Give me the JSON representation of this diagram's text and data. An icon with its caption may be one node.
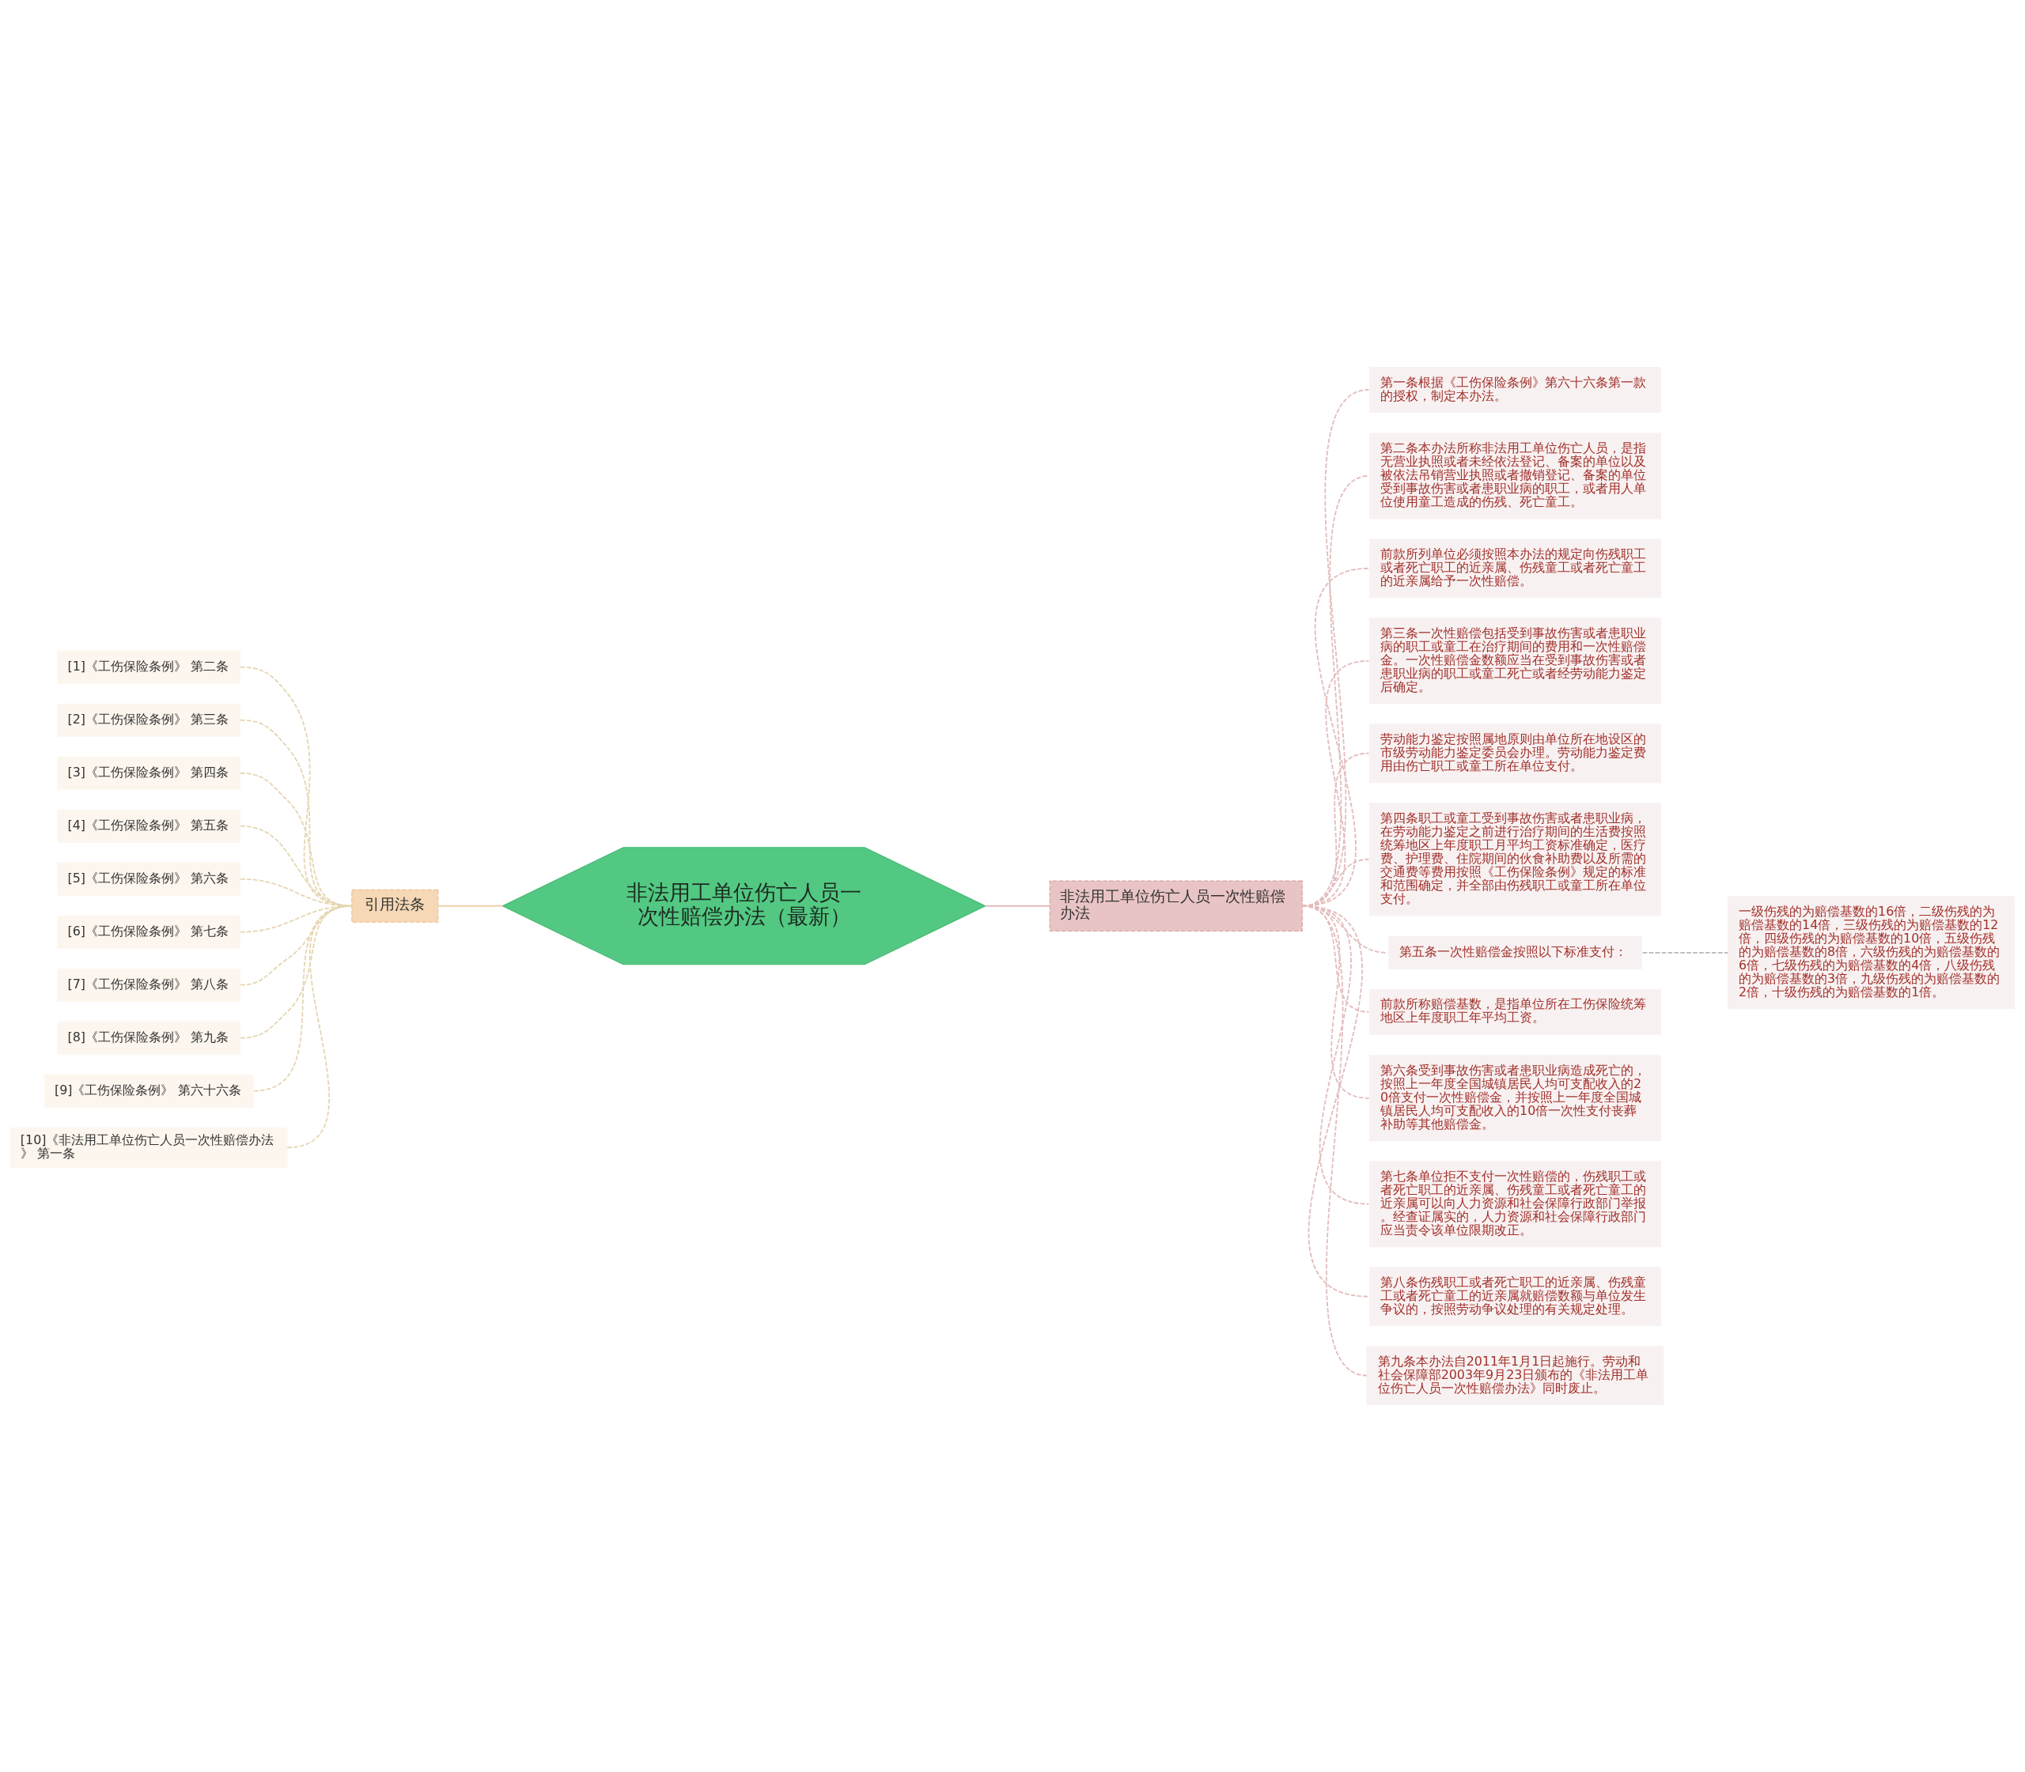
{
  "diagram": {
    "nodes": [
      {
        "text": [
          "非法用工单位伤亡人员一次性赔偿办法（最新）"
        ]
      },
      {
        "text": [
          "引用法条"
        ]
      },
      {
        "text": [
          "[1]《工伤保险条例》 第二条"
        ]
      },
      {
        "text": [
          "[2]《工伤保险条例》 第三条"
        ]
      },
      {
        "text": [
          "[3]《工伤保险条例》 第四条"
        ]
      },
      {
        "text": [
          "[4]《工伤保险条例》 第五条"
        ]
      },
      {
        "text": [
          "[5]《工伤保险条例》 第六条"
        ]
      },
      {
        "text": [
          "[6]《工伤保险条例》 第七条"
        ]
      },
      {
        "text": [
          "[7]《工伤保险条例》 第八条"
        ]
      },
      {
        "text": [
          "[8]《工伤保险条例》 第九条"
        ]
      },
      {
        "text": [
          "[9]《工伤保险条例》 第六十六条"
        ]
      },
      {
        "text": [
          "[10]《非法用工单位伤亡人员一次性赔偿办法》 第一条"
        ]
      },
      {
        "text": [
          "非法用工单位伤亡人员一次性赔偿办法"
        ]
      },
      {
        "text": [
          "第一条根据《工伤保险条例》第六十六条第一款的授权，制定本办法。"
        ]
      },
      {
        "text": [
          "第二条本办法所称非法用工单位伤亡人员，是指无营业执照或者未经依法登记、备案的单位以及被依法吊销营业执照或者撤销登记、备案的单位受到事故伤害或者患职业病的职工，或者用人单位使用童工造成的伤残、死亡童工。"
        ]
      },
      {
        "text": [
          "前款所列单位必须按照本办法的规定向伤残职工或者死亡职工的近亲属、伤残童工或者死亡童工的近亲属给予一次性赔偿。"
        ]
      },
      {
        "text": [
          "第三条一次性赔偿包括受到事故伤害或者患职业病的职工或童工在治疗期间的费用和一次性赔偿金。一次性赔偿金数额应当在受到事故伤害或者患职业病的职工或童工死亡或者经劳动能力鉴定后确定。"
        ]
      },
      {
        "text": [
          "劳动能力鉴定按照属地原则由单位所在地设区的市级劳动能力鉴定委员会办理。劳动能力鉴定费用由伤亡职工或童工所在单位支付。"
        ]
      },
      {
        "text": [
          "第四条职工或童工受到事故伤害或者患职业病，在劳动能力鉴定之前进行治疗期间的生活费按照统筹地区上年度职工月平均工资标准确定，医疗费、护理费、住院期间的伙食补助费以及所需的交通费等费用按照《工伤保险条例》规定的标准和范围确定，并全部由伤残职工或童工所在单位支付。"
        ]
      },
      {
        "text": [
          "第五条一次性赔偿金按照以下标准支付："
        ]
      },
      {
        "text": [
          "一级伤残的为赔偿基数的16倍，二级伤残的为赔偿基数的14倍，三级伤残的为赔偿基数的12倍，四级伤残的为赔偿基数的10倍，五级伤残的为赔偿基数的8倍，六级伤残的为赔偿基数的6倍，七级伤残的为赔偿基数的4倍，八级伤残的为赔偿基数的3倍，九级伤残的为赔偿基数的2倍，十级伤残的为赔偿基数的1倍。"
        ]
      },
      {
        "text": [
          "前款所称赔偿基数，是指单位所在工伤保险统筹地区上年度职工年平均工资。"
        ]
      },
      {
        "text": [
          "第六条受到事故伤害或者患职业病造成死亡的，按照上一年度全国城镇居民人均可支配收入的20倍支付一次性赔偿金，并按照上一年度全国城镇居民人均可支配收入的10倍一次性支付丧葬补助等其他赔偿金。"
        ]
      },
      {
        "text": [
          "第七条单位拒不支付一次性赔偿的，伤残职工或者死亡职工的近亲属、伤残童工或者死亡童工的近亲属可以向人力资源和社会保障行政部门举报。经查证属实的，人力资源和社会保障行政部门应当责令该单位限期改正。"
        ]
      },
      {
        "text": [
          "第八条伤残职工或者死亡职工的近亲属、伤残童工或者死亡童工的近亲属就赔偿数额与单位发生争议的，按照劳动争议处理的有关规定处理。"
        ]
      },
      {
        "text": [
          "第九条本办法自2011年1月1日起施行。劳动和社会保障部2003年9月23日颁布的《非法用工单位伤亡人员一次性赔偿办法》同时废止。"
        ]
      }
    ],
    "edges": [
      {
        "from": 0,
        "to": 1,
        "arrow": "none",
        "color": "#f2cfa8"
      },
      {
        "from": 1,
        "to": 2,
        "arrow": "none",
        "style": "dashed",
        "color": "#e6d6b0"
      },
      {
        "from": 1,
        "to": 3,
        "arrow": "none",
        "style": "dashed",
        "color": "#e6d6b0"
      },
      {
        "from": 1,
        "to": 4,
        "arrow": "none",
        "style": "dashed",
        "color": "#e6d6b0"
      },
      {
        "from": 1,
        "to": 5,
        "arrow": "none",
        "style": "dashed",
        "color": "#e6d6b0"
      },
      {
        "from": 1,
        "to": 6,
        "arrow": "none",
        "style": "dashed",
        "color": "#e6d6b0"
      },
      {
        "from": 1,
        "to": 7,
        "arrow": "none",
        "style": "dashed",
        "color": "#e6d6b0"
      },
      {
        "from": 1,
        "to": 8,
        "arrow": "none",
        "style": "dashed",
        "color": "#e6d6b0"
      },
      {
        "from": 1,
        "to": 9,
        "arrow": "none",
        "style": "dashed",
        "color": "#e6d6b0"
      },
      {
        "from": 1,
        "to": 10,
        "arrow": "none",
        "style": "dashed",
        "color": "#e6d6b0"
      },
      {
        "from": 1,
        "to": 11,
        "arrow": "none",
        "style": "dashed",
        "color": "#e6d6b0"
      },
      {
        "from": 0,
        "to": 12,
        "arrow": "none"
      },
      {
        "from": 12,
        "to": 13,
        "arrow": "none",
        "style": "dashed"
      },
      {
        "from": 12,
        "to": 14,
        "arrow": "none",
        "style": "dashed"
      },
      {
        "from": 12,
        "to": 15,
        "arrow": "none",
        "style": "dashed"
      },
      {
        "from": 12,
        "to": 16,
        "arrow": "none",
        "style": "dashed"
      },
      {
        "from": 12,
        "to": 17,
        "arrow": "none",
        "style": "dashed"
      },
      {
        "from": 12,
        "to": 18,
        "arrow": "none",
        "style": "dashed"
      },
      {
        "from": 12,
        "to": 19,
        "arrow": "none",
        "style": "dashed"
      },
      {
        "from": 19,
        "to": 20,
        "arrow": "none",
        "style": "dashed",
        "color": "#b8b8b8"
      },
      {
        "from": 12,
        "to": 21,
        "arrow": "none",
        "style": "dashed"
      },
      {
        "from": 12,
        "to": 22,
        "arrow": "none",
        "style": "dashed"
      },
      {
        "from": 12,
        "to": 23,
        "arrow": "none",
        "style": "dashed"
      },
      {
        "from": 12,
        "to": 24,
        "arrow": "none",
        "style": "dashed"
      },
      {
        "from": 12,
        "to": 25,
        "arrow": "none",
        "style": "dashed"
      }
    ]
  }
}
